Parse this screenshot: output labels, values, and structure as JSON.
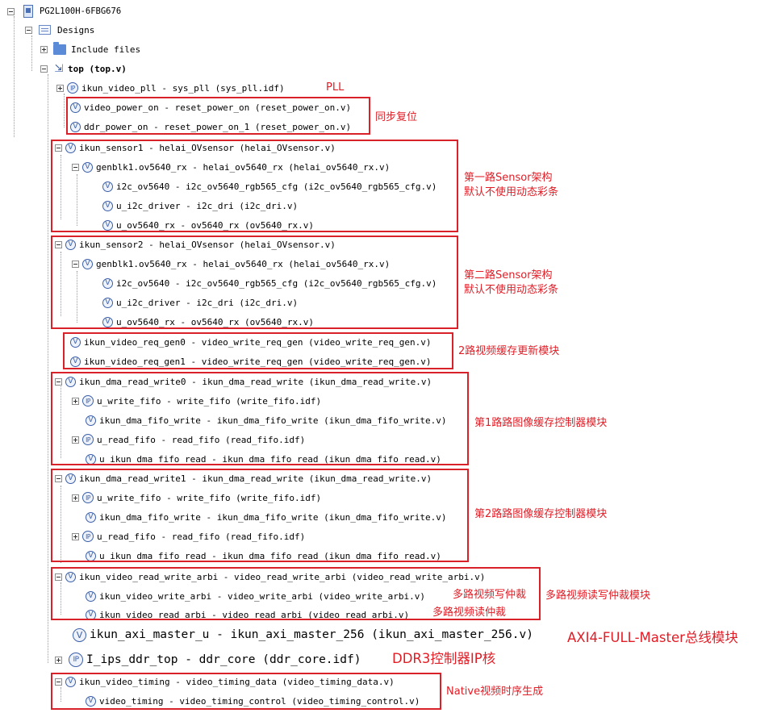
{
  "tree": {
    "root": "PG2L100H-6FBG676",
    "designs": "Designs",
    "include_files": "Include files",
    "top": "top (top.v)",
    "rows": [
      "ikun_video_pll - sys_pll (sys_pll.idf)",
      "video_power_on - reset_power_on (reset_power_on.v)",
      "ddr_power_on - reset_power_on_1 (reset_power_on.v)",
      "ikun_sensor1 - helai_OVsensor (helai_OVsensor.v)",
      "genblk1.ov5640_rx - helai_ov5640_rx (helai_ov5640_rx.v)",
      "i2c_ov5640 - i2c_ov5640_rgb565_cfg (i2c_ov5640_rgb565_cfg.v)",
      "u_i2c_driver - i2c_dri (i2c_dri.v)",
      "u_ov5640_rx - ov5640_rx (ov5640_rx.v)",
      "ikun_sensor2 - helai_OVsensor (helai_OVsensor.v)",
      "genblk1.ov5640_rx - helai_ov5640_rx (helai_ov5640_rx.v)",
      "i2c_ov5640 - i2c_ov5640_rgb565_cfg (i2c_ov5640_rgb565_cfg.v)",
      "u_i2c_driver - i2c_dri (i2c_dri.v)",
      "u_ov5640_rx - ov5640_rx (ov5640_rx.v)",
      "ikun_video_req_gen0 - video_write_req_gen (video_write_req_gen.v)",
      "ikun_video_req_gen1 - video_write_req_gen (video_write_req_gen.v)",
      "ikun_dma_read_write0 - ikun_dma_read_write (ikun_dma_read_write.v)",
      "u_write_fifo - write_fifo (write_fifo.idf)",
      "ikun_dma_fifo_write - ikun_dma_fifo_write (ikun_dma_fifo_write.v)",
      "u_read_fifo - read_fifo (read_fifo.idf)",
      "u_ikun_dma_fifo_read - ikun_dma_fifo_read (ikun_dma_fifo_read.v)",
      "ikun_dma_read_write1 - ikun_dma_read_write (ikun_dma_read_write.v)",
      "u_write_fifo - write_fifo (write_fifo.idf)",
      "ikun_dma_fifo_write - ikun_dma_fifo_write (ikun_dma_fifo_write.v)",
      "u_read_fifo - read_fifo (read_fifo.idf)",
      "u_ikun_dma_fifo_read - ikun_dma_fifo_read (ikun_dma_fifo_read.v)",
      "ikun_video_read_write_arbi - video_read_write_arbi (video_read_write_arbi.v)",
      "ikun_video_write_arbi - video_write_arbi (video_write_arbi.v)",
      "ikun_video_read_arbi - video_read_arbi (video_read_arbi.v)",
      "ikun_axi_master_u - ikun_axi_master_256 (ikun_axi_master_256.v)",
      "I_ips_ddr_top - ddr_core (ddr_core.idf)",
      "ikun_video_timing - video_timing_data (video_timing_data.v)",
      "video_timing - video_timing_control (video_timing_control.v)"
    ]
  },
  "annotations": {
    "pll": "PLL",
    "sync_reset": "同步复位",
    "sensor1_line1": "第一路Sensor架构",
    "sensor1_line2": "默认不使用动态彩条",
    "sensor2_line1": "第二路Sensor架构",
    "sensor2_line2": "默认不使用动态彩条",
    "req_gen": "2路视频缓存更新模块",
    "dma0": "第1路路图像缓存控制器模块",
    "dma1": "第2路路图像缓存控制器模块",
    "arbi_write": "多路视频写仲裁",
    "arbi_read": "多路视频读仲裁",
    "arbi_group": "多路视频读写仲裁模块",
    "axi": "AXI4-FULL-Master总线模块",
    "ddr": "DDR3控制器IP核",
    "timing": "Native视频时序生成"
  },
  "colors": {
    "annotation": "#e11d26",
    "box": "#d9212a",
    "icon": "#3c5fa8"
  },
  "icons": {
    "v": "verilog-file-icon",
    "ip": "ip-core-icon"
  }
}
